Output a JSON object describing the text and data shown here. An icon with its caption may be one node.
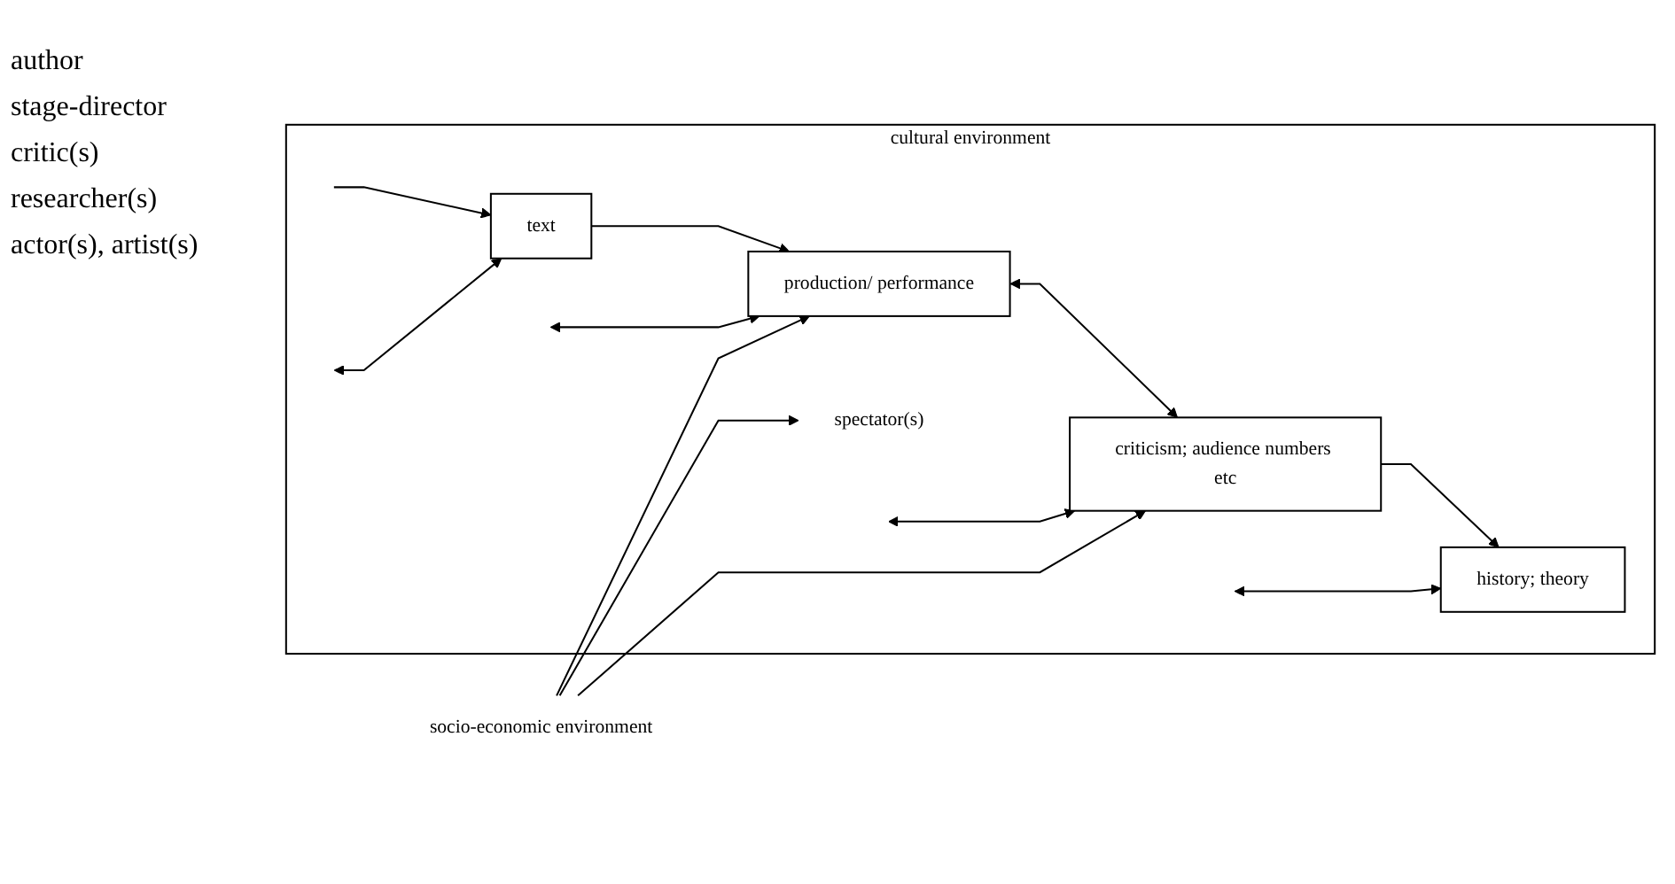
{
  "diagram": {
    "nodes": [
      {
        "text": [
          "cultural environment"
        ]
      },
      {
        "text": [
          "text"
        ],
        "in": 0
      },
      {
        "text": [
          "production/ performance"
        ],
        "in": 0
      },
      {
        "text": [
          "criticism; audience numbers etc"
        ],
        "in": 0
      },
      {
        "text": [
          "history; theory"
        ],
        "in": 0
      },
      {
        "text": [
          "spectator(s)"
        ],
        "in": 0
      },
      {
        "text": [
          "socio-economic environment"
        ]
      }
    ],
    "edges": [
      {
        "from": null,
        "to": 1,
        "arrow": "to"
      },
      {
        "from": 1,
        "to": 2,
        "arrow": "to"
      },
      {
        "from": 2,
        "to": 3,
        "arrow": "both"
      },
      {
        "from": 3,
        "to": 4,
        "arrow": "to"
      },
      {
        "from": null,
        "to": 1,
        "arrow": "both"
      },
      {
        "from": null,
        "to": 2,
        "arrow": "both"
      },
      {
        "from": null,
        "to": 3,
        "arrow": "both"
      },
      {
        "from": null,
        "to": 4,
        "arrow": "both"
      },
      {
        "from": 6,
        "to": 2,
        "arrow": "to"
      },
      {
        "from": 6,
        "to": 5,
        "arrow": "to"
      },
      {
        "from": 6,
        "to": 3,
        "arrow": "to"
      }
    ],
    "labels": [
      "author",
      "stage-director",
      "critic(s)",
      "researcher(s)",
      "actor(s), artist(s)"
    ]
  }
}
